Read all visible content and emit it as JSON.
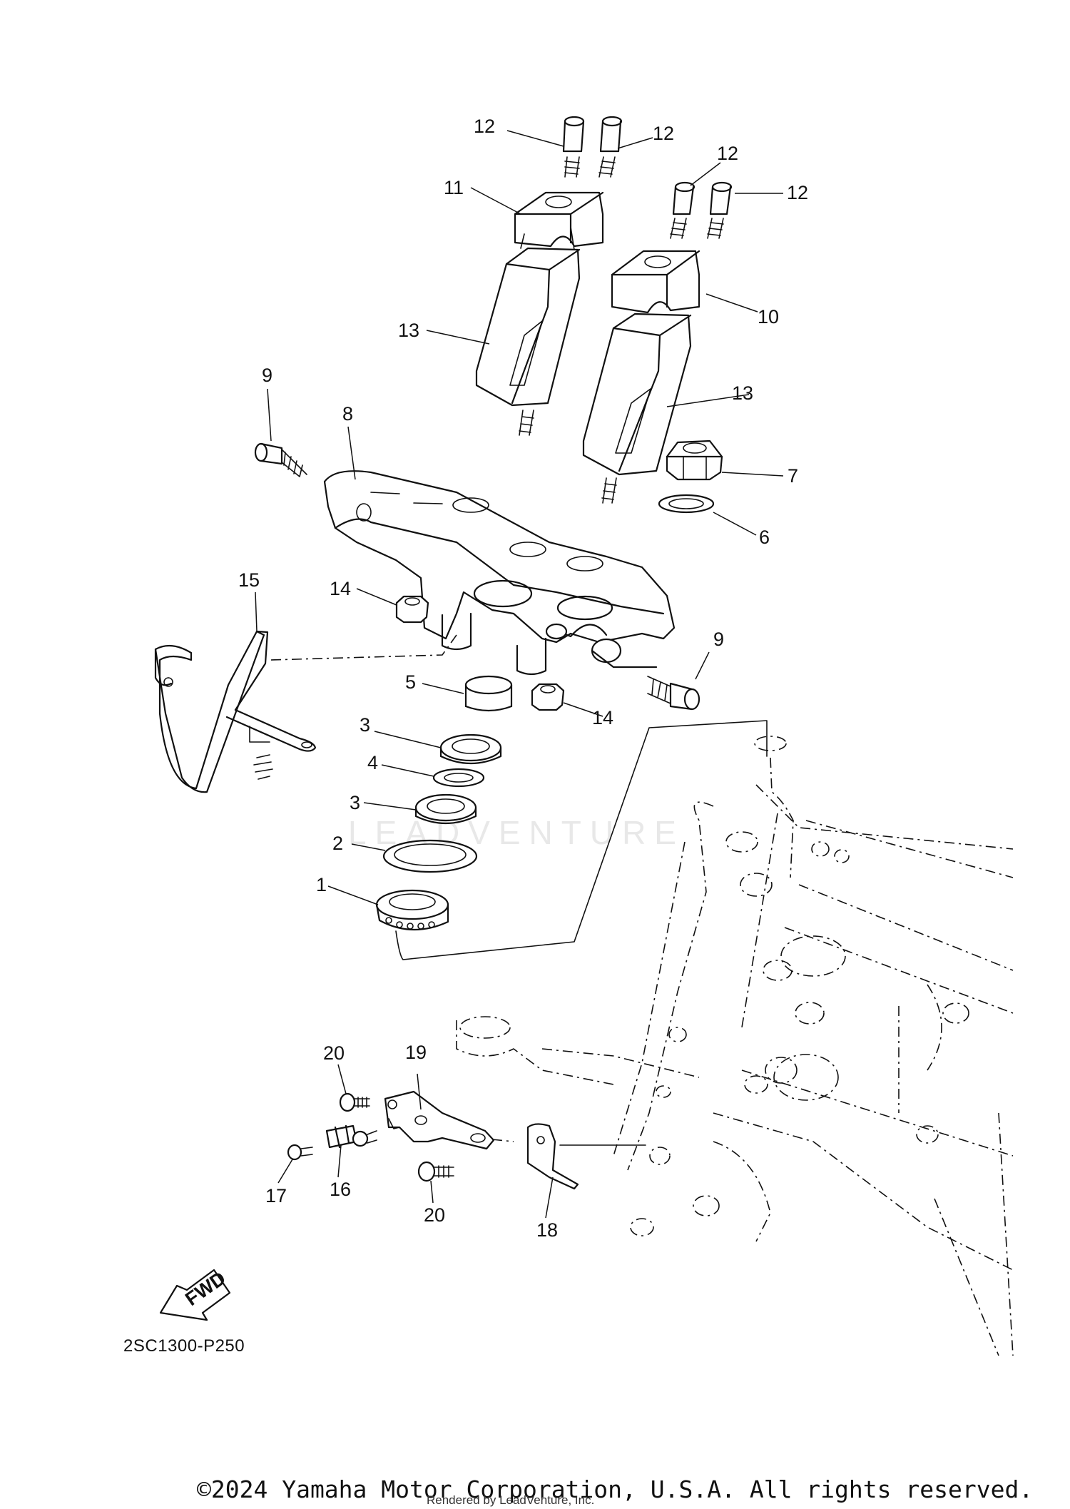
{
  "diagram": {
    "code": "2SC1300-P250",
    "watermark_text": "LEADVENTURE",
    "fwd_label": "FWD",
    "callouts": [
      {
        "id": "12a",
        "label": "12"
      },
      {
        "id": "12b",
        "label": "12"
      },
      {
        "id": "12c",
        "label": "12"
      },
      {
        "id": "12d",
        "label": "12"
      },
      {
        "id": "11",
        "label": "11"
      },
      {
        "id": "10",
        "label": "10"
      },
      {
        "id": "13a",
        "label": "13"
      },
      {
        "id": "13b",
        "label": "13"
      },
      {
        "id": "9a",
        "label": "9"
      },
      {
        "id": "9b",
        "label": "9"
      },
      {
        "id": "8",
        "label": "8"
      },
      {
        "id": "7",
        "label": "7"
      },
      {
        "id": "6",
        "label": "6"
      },
      {
        "id": "14a",
        "label": "14"
      },
      {
        "id": "14b",
        "label": "14"
      },
      {
        "id": "15",
        "label": "15"
      },
      {
        "id": "5",
        "label": "5"
      },
      {
        "id": "3a",
        "label": "3"
      },
      {
        "id": "4",
        "label": "4"
      },
      {
        "id": "3b",
        "label": "3"
      },
      {
        "id": "2",
        "label": "2"
      },
      {
        "id": "1",
        "label": "1"
      },
      {
        "id": "20a",
        "label": "20"
      },
      {
        "id": "19",
        "label": "19"
      },
      {
        "id": "17",
        "label": "17"
      },
      {
        "id": "16",
        "label": "16"
      },
      {
        "id": "20b",
        "label": "20"
      },
      {
        "id": "18",
        "label": "18"
      }
    ]
  },
  "footer": {
    "copyright": "©2024 Yamaha Motor Corporation, U.S.A. All rights reserved.",
    "rendered_by": "Rendered by LeadVenture, Inc."
  }
}
